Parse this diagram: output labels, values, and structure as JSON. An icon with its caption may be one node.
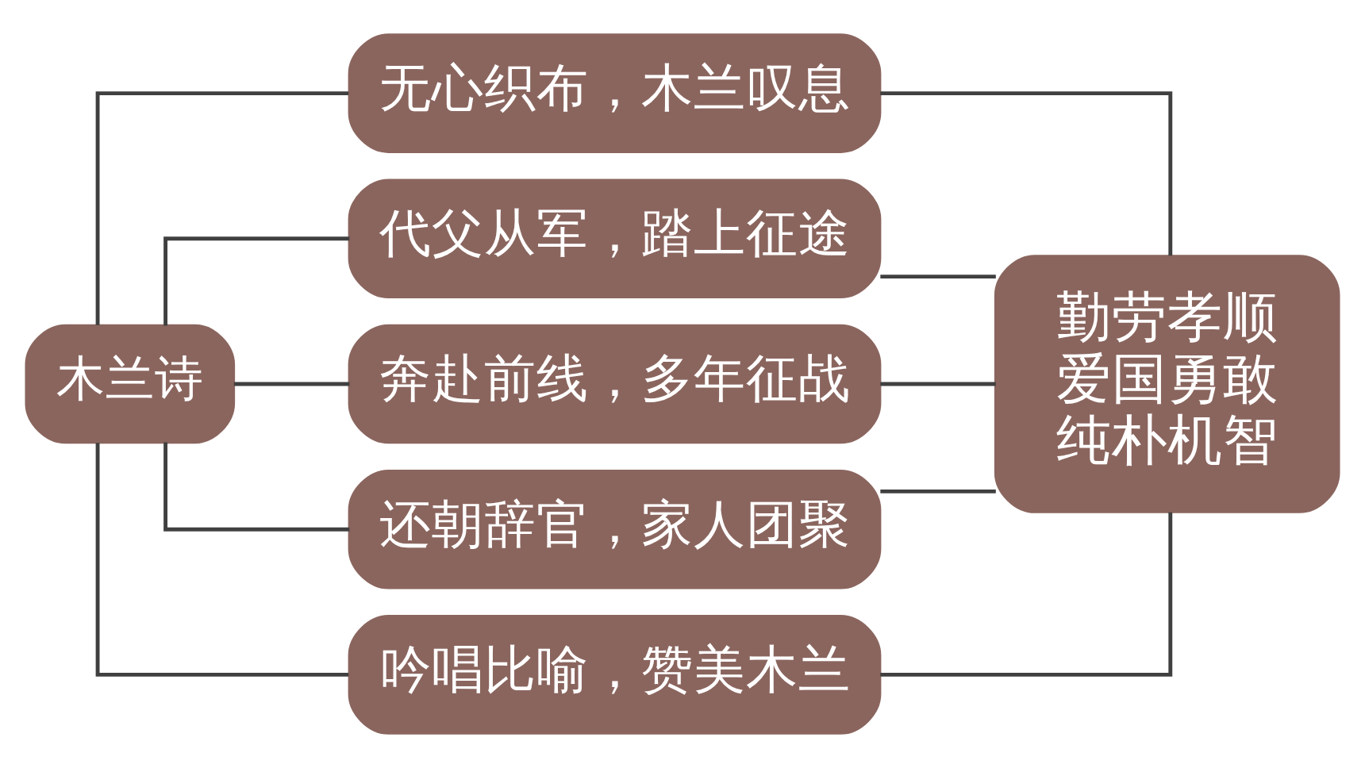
{
  "diagram": {
    "nodes": [
      {
        "text": [
          "木兰诗"
        ]
      },
      {
        "text": [
          "无心织布，木兰叹息"
        ]
      },
      {
        "text": [
          "代父从军，踏上征途"
        ]
      },
      {
        "text": [
          "奔赴前线，多年征战"
        ]
      },
      {
        "text": [
          "还朝辞官，家人团聚"
        ]
      },
      {
        "text": [
          "吟唱比喻，赞美木兰"
        ]
      },
      {
        "text": [
          "勤劳孝顺",
          "爱国勇敢",
          "纯朴机智"
        ]
      }
    ],
    "edges": [
      {
        "from": 0,
        "to": 1,
        "arrow": "none"
      },
      {
        "from": 0,
        "to": 2,
        "arrow": "none"
      },
      {
        "from": 0,
        "to": 3,
        "arrow": "none"
      },
      {
        "from": 0,
        "to": 4,
        "arrow": "none"
      },
      {
        "from": 0,
        "to": 5,
        "arrow": "none"
      },
      {
        "from": 1,
        "to": 6,
        "arrow": "none"
      },
      {
        "from": 2,
        "to": 6,
        "arrow": "none"
      },
      {
        "from": 3,
        "to": 6,
        "arrow": "none"
      },
      {
        "from": 4,
        "to": 6,
        "arrow": "none"
      },
      {
        "from": 5,
        "to": 6,
        "arrow": "none"
      }
    ]
  }
}
